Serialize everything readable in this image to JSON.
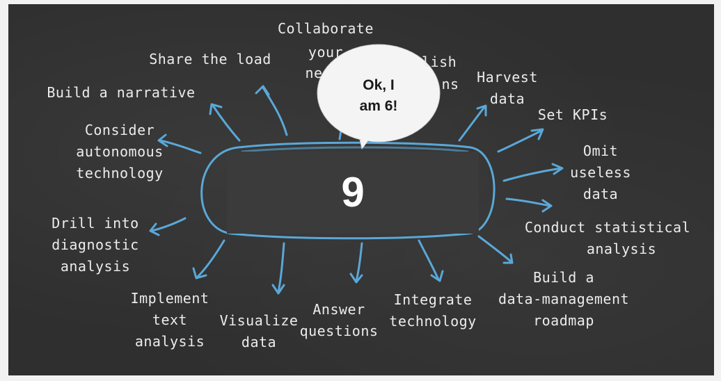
{
  "center_value": "9",
  "speech_bubble": {
    "lines": [
      "Ok, I",
      "am 6!"
    ]
  },
  "labels": {
    "collaborate": [
      "Collaborate",
      "your",
      "ne",
      "lish",
      "ns"
    ],
    "share_load": [
      "Share the load"
    ],
    "build_narrative": [
      "Build a narrative"
    ],
    "consider_autonomous": [
      "Consider",
      "autonomous",
      "technology"
    ],
    "drill_diagnostic": [
      "Drill into",
      "diagnostic",
      "analysis"
    ],
    "implement_text": [
      "Implement",
      "text",
      "analysis"
    ],
    "visualize_data": [
      "Visualize",
      "data"
    ],
    "answer_questions": [
      "Answer",
      "questions"
    ],
    "integrate_technology": [
      "Integrate",
      "technology"
    ],
    "data_management": [
      "Build a",
      "data-management",
      "roadmap"
    ],
    "statistical": [
      "Conduct statistical",
      "analysis"
    ],
    "omit_useless": [
      "Omit",
      "useless",
      "data"
    ],
    "set_kpis": [
      "Set KPIs"
    ],
    "harvest_data": [
      "Harvest",
      "data"
    ]
  },
  "colors": {
    "board": "#2f2f2f",
    "chalk_text": "#ececec",
    "chalk_blue": "#5aa8d8",
    "bubble": "#f4f4f4"
  }
}
